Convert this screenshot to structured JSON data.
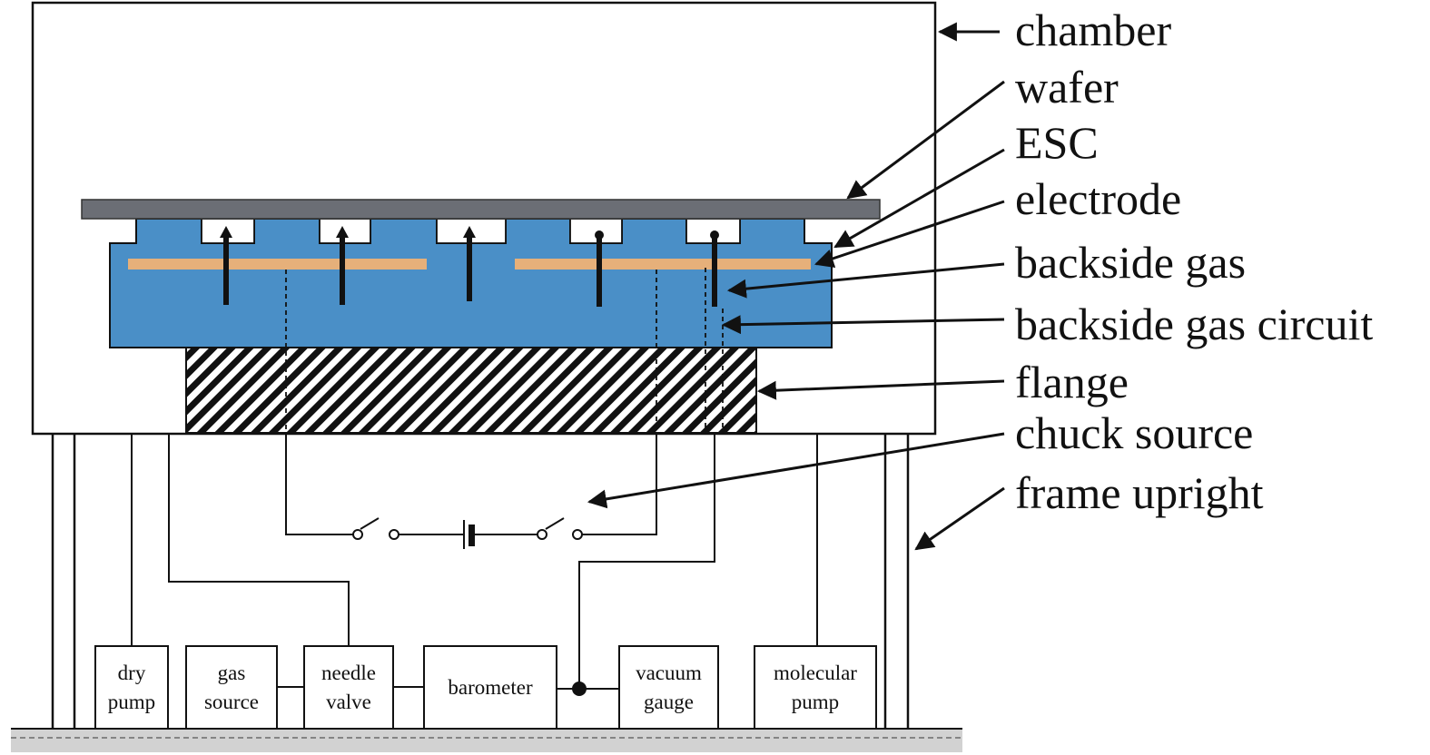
{
  "callouts": {
    "chamber": "chamber",
    "wafer": "wafer",
    "esc": "ESC",
    "electrode": "electrode",
    "backside_gas": "backside gas",
    "backside_gas_circuit": "backside gas circuit",
    "flange": "flange",
    "chuck_source": "chuck source",
    "frame_upright": "frame upright"
  },
  "components": {
    "dry_pump": "dry\npump",
    "gas_source": "gas\nsource",
    "needle_valve": "needle\nvalve",
    "barometer": "barometer",
    "vacuum_gauge": "vacuum\ngauge",
    "molecular_pump": "molecular\npump"
  },
  "colors": {
    "esc": "#4a8fc7",
    "electrode": "#e6b07a",
    "wafer": "#6b6e75",
    "line": "#111111"
  }
}
